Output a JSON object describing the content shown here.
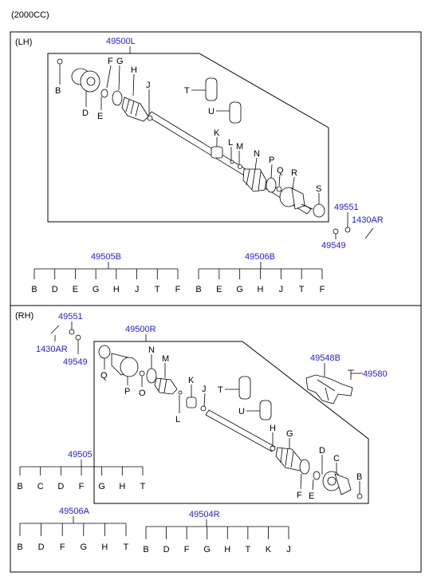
{
  "engine": "(2000CC)",
  "lh": {
    "side_label": "(LH)",
    "assembly": "49500L",
    "letters": [
      "B",
      "D",
      "E",
      "F",
      "G",
      "H",
      "J",
      "T",
      "U",
      "K",
      "L",
      "M",
      "N",
      "P",
      "Q",
      "R",
      "S"
    ],
    "parts": [
      "49551",
      "1430AR",
      "49549"
    ],
    "kits": [
      {
        "code": "49505B",
        "letters": [
          "B",
          "D",
          "E",
          "G",
          "H",
          "J",
          "T",
          "F"
        ]
      },
      {
        "code": "49506B",
        "letters": [
          "B",
          "E",
          "G",
          "H",
          "J",
          "T",
          "F"
        ]
      }
    ]
  },
  "rh": {
    "side_label": "(RH)",
    "assembly": "49500R",
    "letters": [
      "Q",
      "P",
      "O",
      "N",
      "M",
      "L",
      "K",
      "J",
      "T",
      "U",
      "H",
      "G",
      "F",
      "E",
      "D",
      "C",
      "B"
    ],
    "parts": [
      "49551",
      "1430AR",
      "49549",
      "49548B",
      "49580"
    ],
    "kits": [
      {
        "code": "49505",
        "letters": [
          "B",
          "C",
          "D",
          "F",
          "G",
          "H",
          "T"
        ]
      },
      {
        "code": "49506A",
        "letters": [
          "B",
          "D",
          "F",
          "G",
          "H",
          "T"
        ]
      },
      {
        "code": "49504R",
        "letters": [
          "B",
          "D",
          "F",
          "G",
          "H",
          "T",
          "K",
          "J"
        ]
      }
    ]
  }
}
